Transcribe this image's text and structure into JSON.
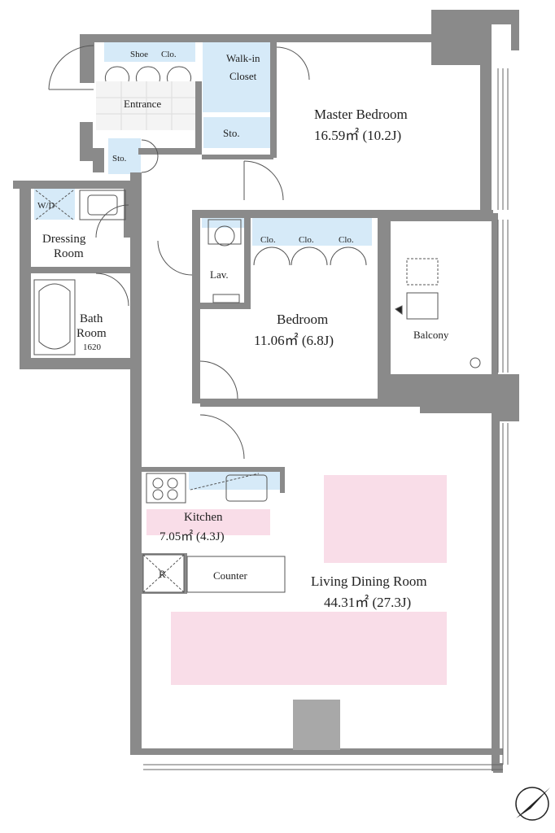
{
  "rooms": {
    "master_bedroom": {
      "name": "Master Bedroom",
      "area": "16.59㎡ (10.2J)"
    },
    "bedroom": {
      "name": "Bedroom",
      "area": "11.06㎡ (6.8J)"
    },
    "living_dining": {
      "name": "Living Dining Room",
      "area": "44.31㎡ (27.3J)"
    },
    "kitchen": {
      "name": "Kitchen",
      "area": "7.05㎡ (4.3J)"
    },
    "entrance": {
      "name": "Entrance"
    },
    "walk_in_closet": {
      "name": [
        "Walk-in",
        "Closet"
      ]
    },
    "dressing_room": {
      "name": [
        "Dressing",
        "Room"
      ]
    },
    "bath_room": {
      "name": [
        "Bath",
        "Room"
      ],
      "size": "1620"
    },
    "balcony": {
      "name": "Balcony"
    },
    "lavatory": {
      "name": "Lav."
    }
  },
  "fixtures": {
    "shoe_closet": [
      "Shoe",
      "Clo."
    ],
    "storage_entrance": "Sto.",
    "storage_master": "Sto.",
    "washer_dryer": "W/D",
    "closets": [
      "Clo.",
      "Clo.",
      "Clo."
    ],
    "refrigerator": "R",
    "counter": "Counter"
  },
  "colors": {
    "wall": "#8a8a8a",
    "storage_fill": "#d6eaf8",
    "highlight_fill": "#f9dde8",
    "entrance_floor": "#f4f4f4"
  }
}
